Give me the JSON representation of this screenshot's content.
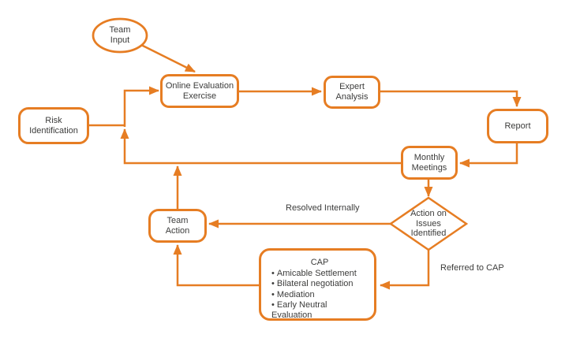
{
  "diagram": {
    "colors": {
      "accent": "#e67d23",
      "text": "#3c3c3b",
      "background": "#ffffff"
    },
    "nodes": {
      "team_input": {
        "shape": "ellipse",
        "label": "Team Input"
      },
      "online_evaluation": {
        "shape": "rounded-rect",
        "label": "Online Evaluation Exercise"
      },
      "expert_analysis": {
        "shape": "rounded-rect",
        "label": "Expert Analysis"
      },
      "report": {
        "shape": "rounded-rect",
        "label": "Report"
      },
      "monthly_meetings": {
        "shape": "rounded-rect",
        "label": "Monthly Meetings"
      },
      "risk_identification": {
        "shape": "rounded-rect",
        "label": "Risk Identification"
      },
      "action_on_issues": {
        "shape": "diamond",
        "label": "Action on Issues Identified"
      },
      "team_action": {
        "shape": "rounded-rect",
        "label": "Team Action"
      },
      "cap": {
        "shape": "rounded-rect",
        "title": "CAP",
        "items": [
          "Amicable Settlement",
          "Bilateral negotiation",
          "Mediation",
          "Early Neutral Evaluation"
        ]
      }
    },
    "edge_labels": {
      "resolved_internally": "Resolved Internally",
      "referred_to_cap": "Referred to CAP"
    }
  }
}
